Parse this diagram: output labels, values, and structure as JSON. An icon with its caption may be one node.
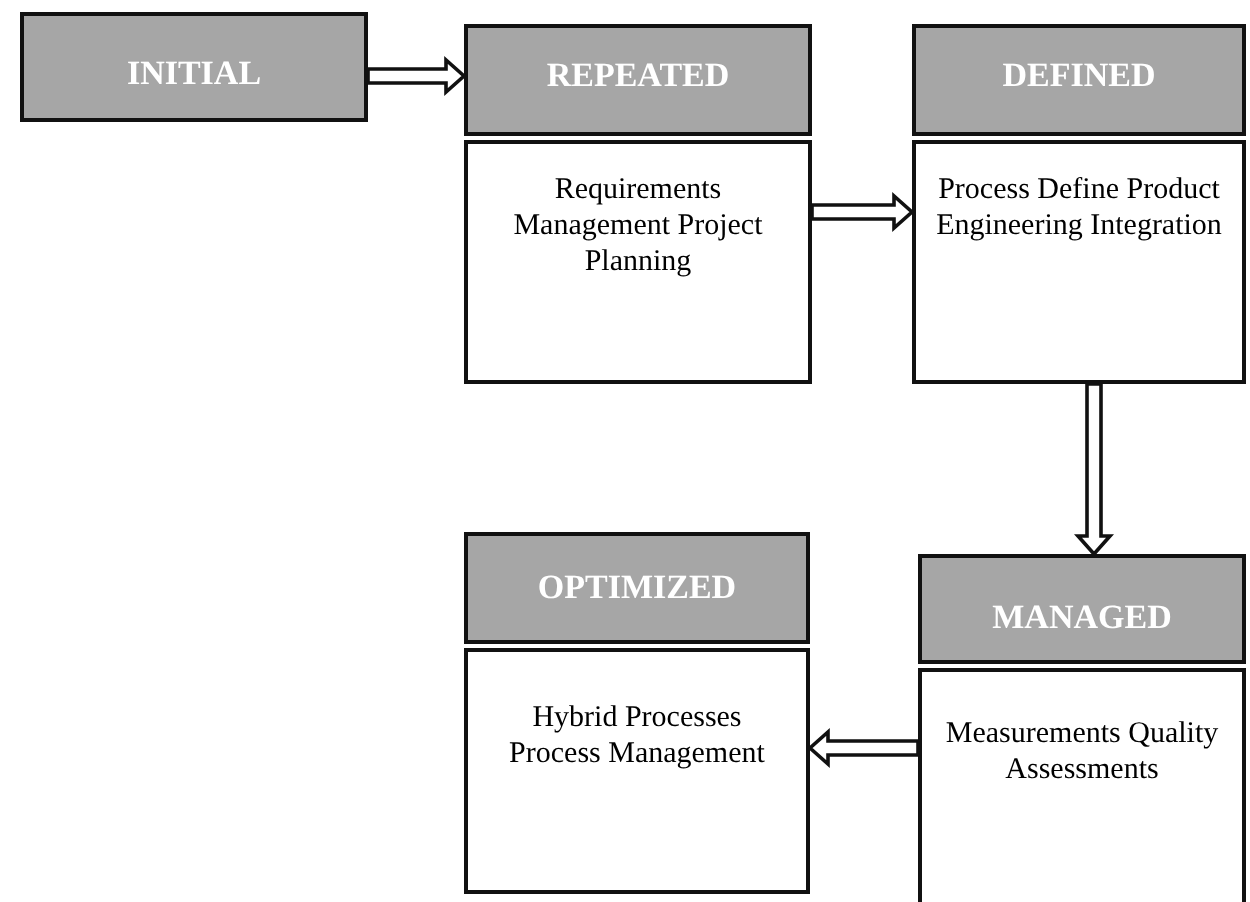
{
  "diagram": {
    "nodes": [
      {
        "text": [
          "INITIAL"
        ]
      },
      {
        "text": [
          "REPEATED"
        ]
      },
      {
        "text": [
          "Requirements Management Project Planning"
        ]
      },
      {
        "text": [
          "DEFINED"
        ]
      },
      {
        "text": [
          "Process Define Product Engineering Integration"
        ]
      },
      {
        "text": [
          "OPTIMIZED"
        ]
      },
      {
        "text": [
          "Hybrid Processes Process Management"
        ]
      },
      {
        "text": [
          "MANAGED"
        ]
      },
      {
        "text": [
          "Measurements Quality Assessments"
        ]
      }
    ],
    "edges": [
      {
        "from": 0,
        "to": 1,
        "arrow": "to"
      },
      {
        "from": 2,
        "to": 4,
        "arrow": "to"
      },
      {
        "from": 4,
        "to": 7,
        "arrow": "to"
      },
      {
        "from": 8,
        "to": 6,
        "arrow": "to"
      }
    ]
  }
}
